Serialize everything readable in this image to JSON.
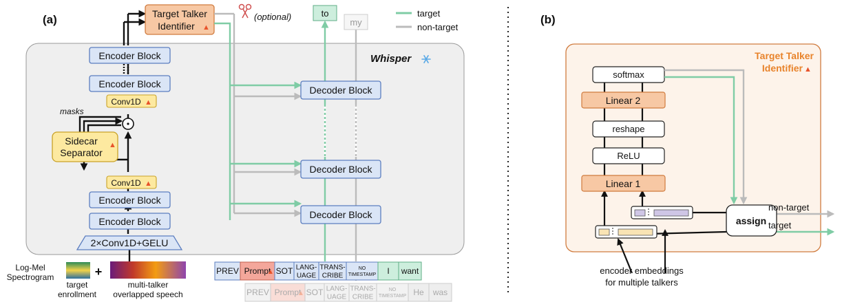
{
  "panel_a": {
    "label": "(a)",
    "whisper_label": "Whisper",
    "target_identifier": [
      "Target Talker",
      "Identifier"
    ],
    "optional_label": "(optional)",
    "legend": {
      "target": "target",
      "non_target": "non-target"
    },
    "output_target": "to",
    "output_non_target": "my",
    "encoder_block": "Encoder Block",
    "decoder_block": "Decoder Block",
    "conv1d": "Conv1D",
    "masks_label": "masks",
    "sidecar_separator": [
      "Sidecar",
      "Separator"
    ],
    "stem_label": "2×Conv1D+GELU",
    "input_label": [
      "Log-Mel",
      "Spectrogram"
    ],
    "plus": "+",
    "enrollment_label": [
      "target",
      "enrollment"
    ],
    "mixture_label": [
      "multi-talker",
      "overlapped speech"
    ],
    "target_tokens": [
      {
        "lines": [
          "PREV"
        ]
      },
      {
        "lines": [
          "Prompt"
        ]
      },
      {
        "lines": [
          "SOT"
        ]
      },
      {
        "lines": [
          "LANG-",
          "UAGE"
        ]
      },
      {
        "lines": [
          "TRANS-",
          "CRIBE"
        ]
      },
      {
        "lines": [
          "NO",
          "TIMESTAMP"
        ]
      },
      {
        "lines": [
          "I"
        ]
      },
      {
        "lines": [
          "want"
        ]
      }
    ],
    "non_target_tokens": [
      {
        "lines": [
          "PREV"
        ]
      },
      {
        "lines": [
          "Prompt"
        ]
      },
      {
        "lines": [
          "SOT"
        ]
      },
      {
        "lines": [
          "LANG-",
          "UAGE"
        ]
      },
      {
        "lines": [
          "TRANS-",
          "CRIBE"
        ]
      },
      {
        "lines": [
          "NO",
          "TIMESTAMP"
        ]
      },
      {
        "lines": [
          "He"
        ]
      },
      {
        "lines": [
          "was"
        ]
      }
    ]
  },
  "panel_b": {
    "label": "(b)",
    "title": [
      "Target Talker",
      "Identifier"
    ],
    "layers": [
      "softmax",
      "Linear 2",
      "reshape",
      "ReLU",
      "Linear 1"
    ],
    "assign": "assign",
    "non_target": "non-target",
    "target": "target",
    "caption": [
      "encoder embeddings",
      "for multiple talkers"
    ]
  },
  "colors": {
    "target": "#7fcca5",
    "non_target": "#bbbbbb",
    "encoder_fill": "#dae5f6",
    "encoder_stroke": "#5b7dbf",
    "conv_fill": "#fde9a0",
    "identifier_fill": "#f7c8a4",
    "identifier_stroke": "#d07b3e",
    "panel_b_fill": "#fdf3ea",
    "title_orange": "#e8832b",
    "whisper_panel": "#efefef"
  }
}
